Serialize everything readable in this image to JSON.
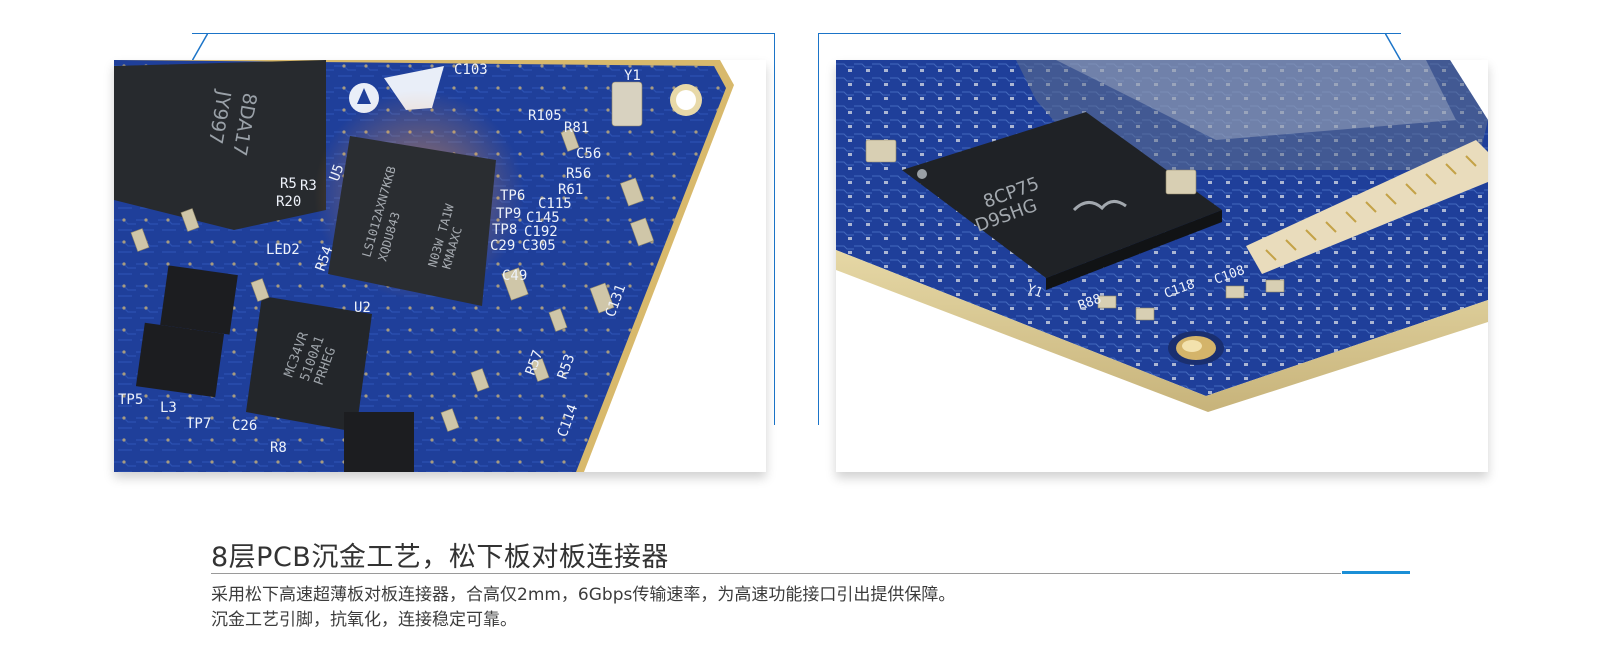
{
  "feature": {
    "title": "8层PCB沉金工艺，松下板对板连接器",
    "description_lines": [
      "采用松下高速超薄板对板连接器，合高仅2mm，6Gbps传输速率，为高速功能接口引出提供保障。",
      " 沉金工艺引脚，抗氧化，连接稳定可靠。"
    ]
  },
  "photos": {
    "left": {
      "silkscreen": [
        "C103",
        "Y1",
        "R105",
        "R81",
        "C56",
        "R56",
        "R61",
        "C115",
        "TP6",
        "C145",
        "TP9",
        "C192",
        "TP8",
        "C305",
        "C29",
        "R5",
        "R3",
        "R20",
        "LED2",
        "R54",
        "U2",
        "U5",
        "TP5",
        "L3",
        "TP7",
        "C26",
        "R8",
        "C49",
        "C131",
        "C114",
        "R57",
        "R53"
      ],
      "chip_main": [
        "LS1012AXN7KKB",
        "XQDU843",
        "N03W TA1W",
        "KMAAXC"
      ],
      "chip_pmic": [
        "MC34VR",
        "5100A1",
        "PRHEG"
      ],
      "chip_ram": [
        "8DA17",
        "JY997"
      ]
    },
    "right": {
      "chip_ram": [
        "8CP75",
        "D9SHG"
      ],
      "silkscreen": [
        "Y1",
        "R88",
        "C118",
        "C108"
      ]
    }
  },
  "colors": {
    "accent": "#1b8fd6",
    "frame": "#1b74c8",
    "pcb_blue": "#1f3f9a",
    "gold": "#d8b96c"
  }
}
